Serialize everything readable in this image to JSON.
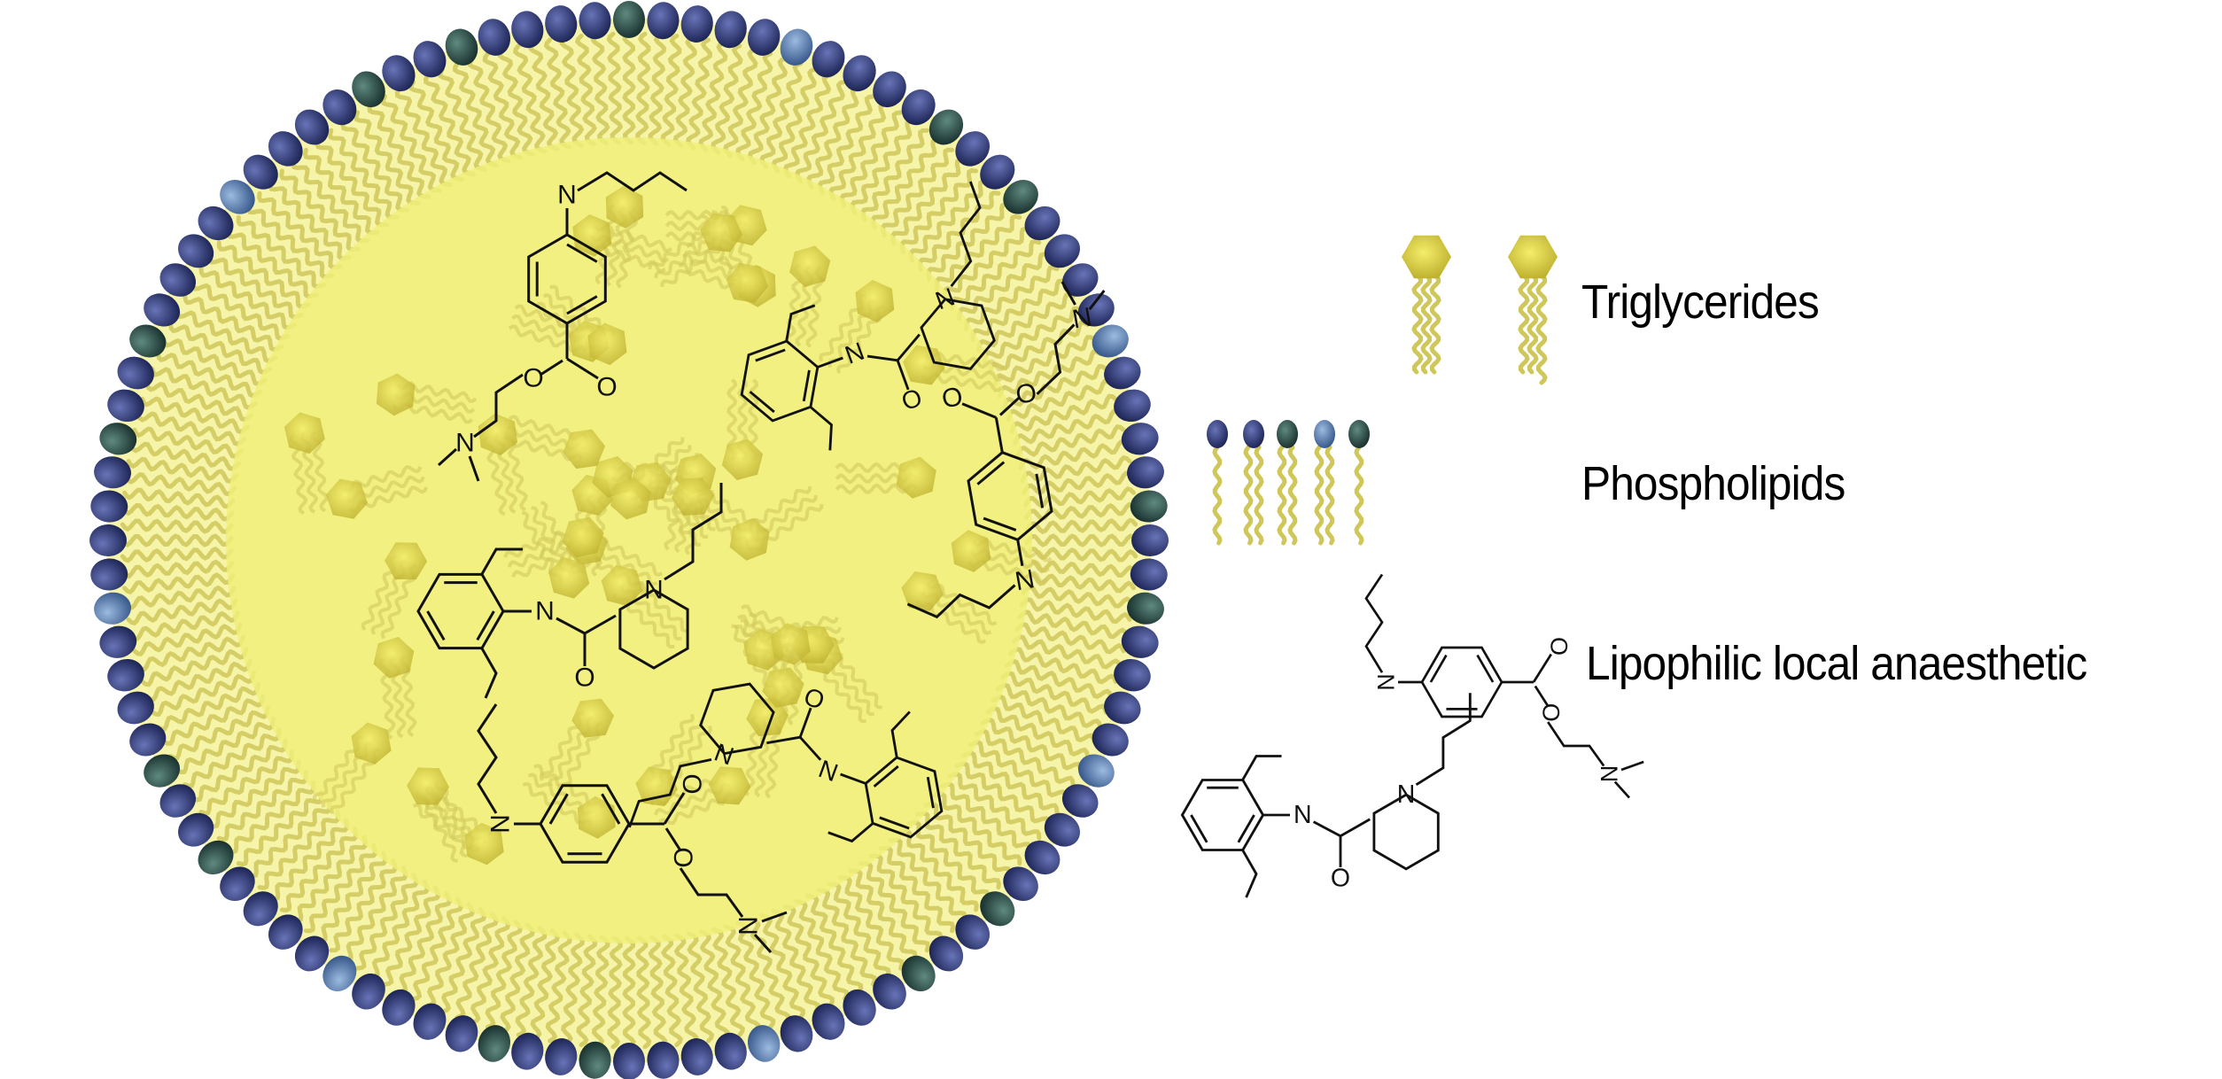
{
  "legend": {
    "triglycerides": "Triglycerides",
    "phospholipids": "Phospholipids",
    "anaesthetic": "Lipophilic local anaesthetic"
  },
  "atom_symbols": {
    "nitrogen": "N",
    "oxygen": "O"
  },
  "colors": {
    "core": "#f0ef7a",
    "shell": "#f6f4a8",
    "tail": "#cfc75a",
    "head_navy": "#2f3a78",
    "head_teal": "#2e4f4a",
    "head_blue": "#5a7fb0",
    "triglyceride_head": "#d9cf3a",
    "bond": "#111111"
  },
  "legend_phospholipid_heads": [
    "navy",
    "navy",
    "teal",
    "blue",
    "teal"
  ]
}
